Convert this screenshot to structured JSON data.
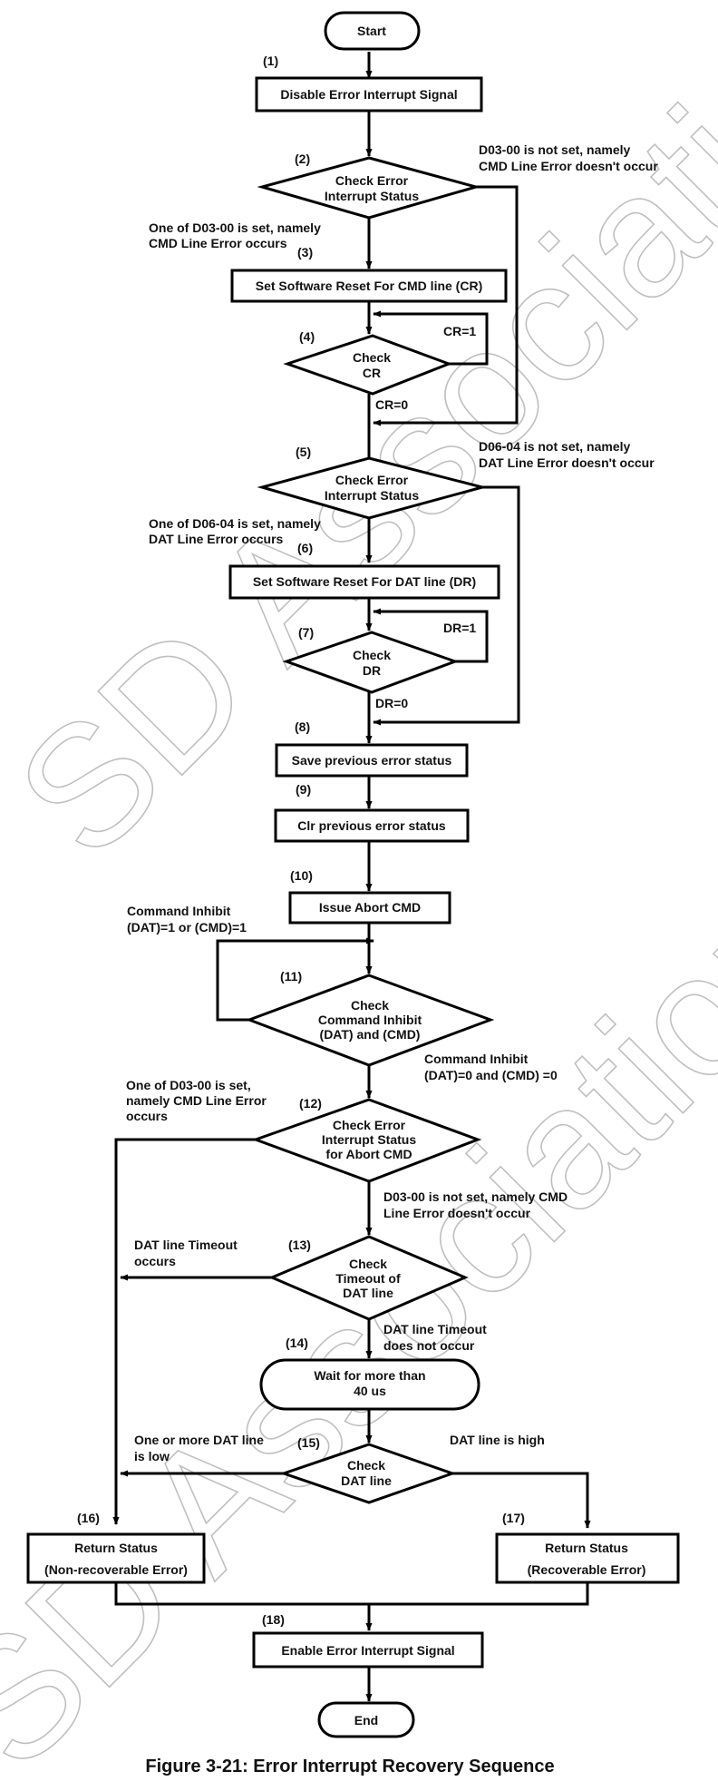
{
  "watermark": "SD Association",
  "caption": "Figure 3-21: Error Interrupt Recovery Sequence",
  "nodes": {
    "start": "Start",
    "disable": "Disable Error Interrupt Signal",
    "check_status_cmd": [
      "Check Error",
      "Interrupt Status"
    ],
    "set_reset_cr": "Set Software Reset For CMD line (CR)",
    "check_cr": [
      "Check",
      "CR"
    ],
    "check_status_dat": [
      "Check Error",
      "Interrupt Status"
    ],
    "set_reset_dr": "Set Software Reset For DAT line (DR)",
    "check_dr": [
      "Check",
      "DR"
    ],
    "save": "Save previous error status",
    "clr": "Clr previous error status",
    "abort": "Issue Abort CMD",
    "check_inhibit": [
      "Check",
      "Command Inhibit",
      "(DAT) and (CMD)"
    ],
    "check_status_abort": [
      "Check Error",
      "Interrupt Status",
      "for Abort CMD"
    ],
    "check_timeout": [
      "Check",
      "Timeout of",
      "DAT line"
    ],
    "wait": [
      "Wait for more than",
      "40 us"
    ],
    "check_dat_line": [
      "Check",
      "DAT line"
    ],
    "return_nonrec": [
      "Return Status",
      "(Non-recoverable Error)"
    ],
    "return_rec": [
      "Return Status",
      "(Recoverable Error)"
    ],
    "enable": "Enable Error Interrupt Signal",
    "end": "End"
  },
  "step_numbers": [
    "(1)",
    "(2)",
    "(3)",
    "(4)",
    "(5)",
    "(6)",
    "(7)",
    "(8)",
    "(9)",
    "(10)",
    "(11)",
    "(12)",
    "(13)",
    "(14)",
    "(15)",
    "(16)",
    "(17)",
    "(18)"
  ],
  "labels": {
    "d03_not_set": [
      "D03-00 is not set, namely",
      "CMD Line Error doesn't occur"
    ],
    "d03_set": [
      "One of D03-00 is set, namely",
      "CMD Line Error occurs"
    ],
    "cr1": "CR=1",
    "cr0": "CR=0",
    "d06_not_set": [
      "D06-04 is not set, namely",
      "DAT Line Error doesn't occur"
    ],
    "d06_set": [
      "One of D06-04 is set, namely",
      "DAT Line Error occurs"
    ],
    "dr1": "DR=1",
    "dr0": "DR=0",
    "inhibit_set": [
      "Command Inhibit",
      "(DAT)=1 or (CMD)=1"
    ],
    "inhibit_clear": [
      "Command Inhibit",
      "(DAT)=0 and (CMD) =0"
    ],
    "abort_cmd_error": [
      "One of D03-00 is set,",
      "namely CMD Line Error",
      "occurs"
    ],
    "abort_no_cmd_error": [
      "D03-00 is not set, namely CMD",
      "Line Error doesn't occur"
    ],
    "timeout_occurs": [
      "DAT line Timeout",
      "occurs"
    ],
    "timeout_not_occur": [
      "DAT line Timeout",
      "does not occur"
    ],
    "dat_low": [
      "One or more DAT line",
      "is low"
    ],
    "dat_high": "DAT line is high"
  }
}
